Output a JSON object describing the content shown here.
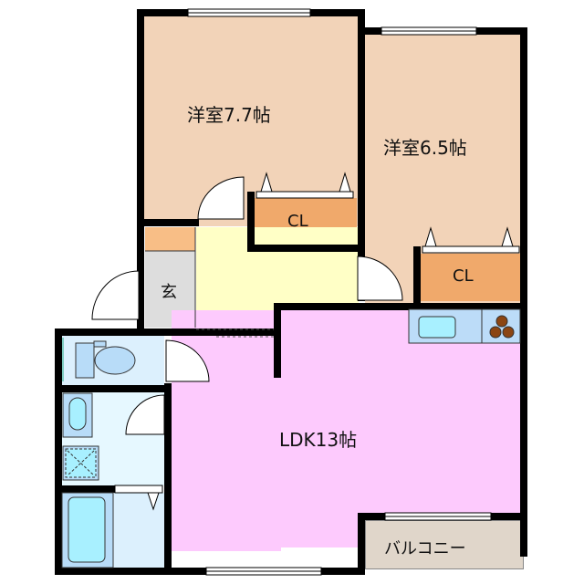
{
  "rooms": {
    "western_room_1": {
      "label": "洋室7.7帖",
      "color": "#f2d3b8"
    },
    "western_room_2": {
      "label": "洋室6.5帖",
      "color": "#f2d3b8"
    },
    "closet_1": {
      "label": "CL",
      "color": "#f0a96b"
    },
    "closet_2": {
      "label": "CL",
      "color": "#f0a96b"
    },
    "entrance": {
      "label": "玄",
      "color": "#dddddd"
    },
    "shoe_box": {
      "color": "#f8be86"
    },
    "hallway": {
      "color": "#ffffc6"
    },
    "ldk": {
      "label": "LDK13帖",
      "color": "#fdcafd"
    },
    "toilet": {
      "color": "#dcf0fd"
    },
    "washroom": {
      "color": "#e6f8ff"
    },
    "bathroom": {
      "color": "#dcf0fd"
    },
    "kitchen": {
      "color": "#bcdcf8"
    },
    "balcony": {
      "label": "バルコニー",
      "color": "#e0d6ca"
    }
  },
  "colors": {
    "wall": "#000000",
    "fixture_blue": "#a8f0ff",
    "fixture_mid": "#b8dcf8",
    "stove_burner": "#8b4513"
  }
}
